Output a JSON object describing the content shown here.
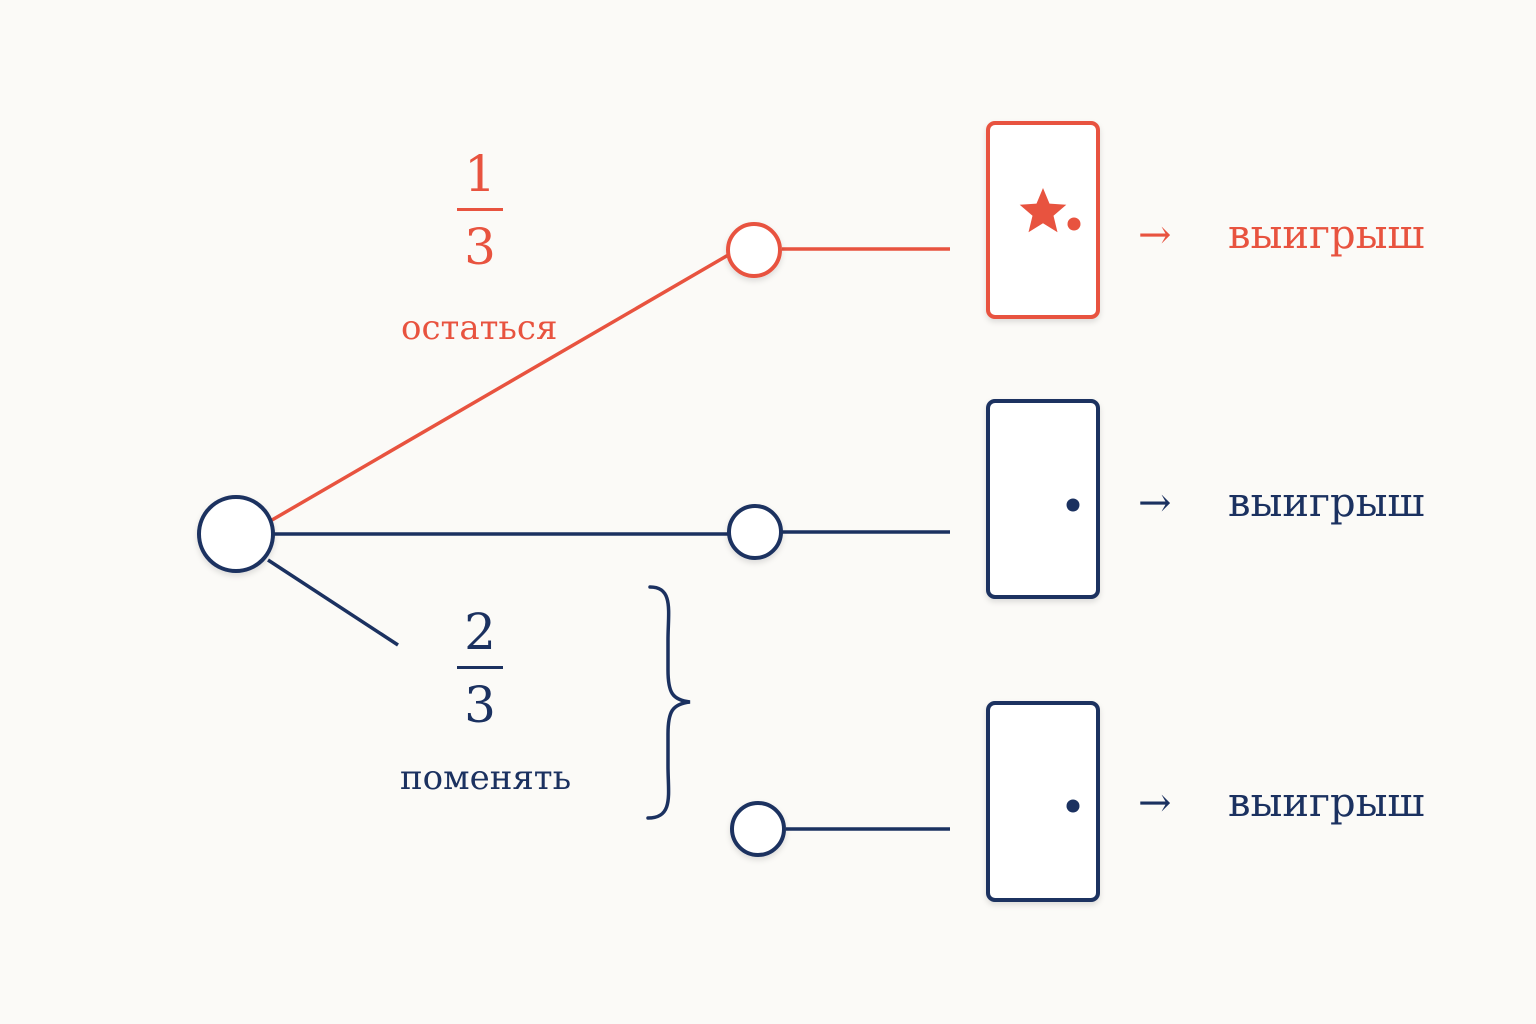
{
  "colors": {
    "accent": "#e8533f",
    "primary": "#1b3160",
    "background": "#fbfaf7"
  },
  "stay": {
    "numerator": "1",
    "denominator": "3",
    "label": "остаться"
  },
  "switch": {
    "numerator": "2",
    "denominator": "3",
    "label": "поменять"
  },
  "outcomes": [
    {
      "arrow": "→",
      "label": "выигрыш",
      "icon": "star-icon"
    },
    {
      "arrow": "→",
      "label": "выигрыш",
      "icon": "door-knob-icon"
    },
    {
      "arrow": "→",
      "label": "выигрыш",
      "icon": "door-knob-icon"
    }
  ]
}
